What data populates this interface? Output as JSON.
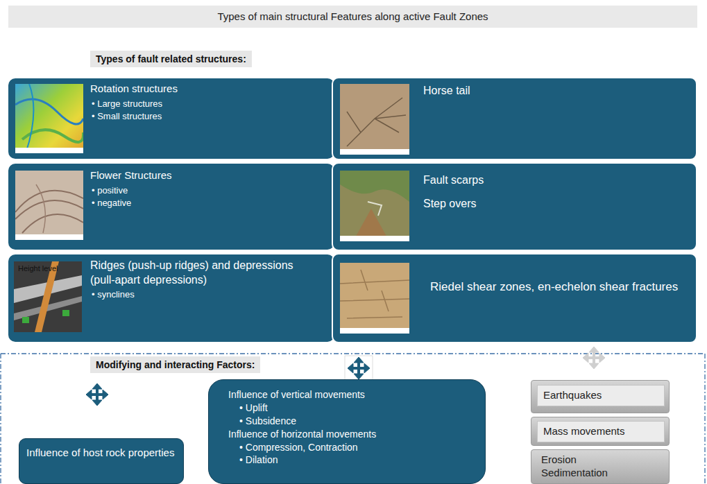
{
  "diagram": {
    "title": "Types of main structural Features along active Fault Zones",
    "nodes": [
      {
        "text": [
          "Rotation structures",
          "• Large structures",
          "• Small structures"
        ]
      },
      {
        "text": [
          "Horse tail"
        ]
      },
      {
        "text": [
          "Flower Structures",
          "• positive",
          "• negative"
        ]
      },
      {
        "text": [
          "Fault scarps",
          "Step overs"
        ]
      },
      {
        "text": [
          "Ridges (push-up ridges) and depressions (pull-apart depressions)",
          "• synclines"
        ]
      },
      {
        "text": [
          "Riedel shear zones, en-echelon shear fractures"
        ]
      },
      {
        "text": [
          "Influence of host rock properties"
        ]
      },
      {
        "text": [
          "Influence of vertical movements",
          "• Uplift",
          "• Subsidence",
          "Influence of horizontal movements",
          "• Compression, Contraction",
          "• Dilation"
        ]
      },
      {
        "text": [
          "Earthquakes"
        ]
      },
      {
        "text": [
          "Mass movements"
        ]
      },
      {
        "text": [
          "Erosion Sedimentation"
        ]
      }
    ],
    "labels": [
      "Types of fault related structures:",
      "Height level",
      "Modifying and interacting Factors:"
    ]
  }
}
